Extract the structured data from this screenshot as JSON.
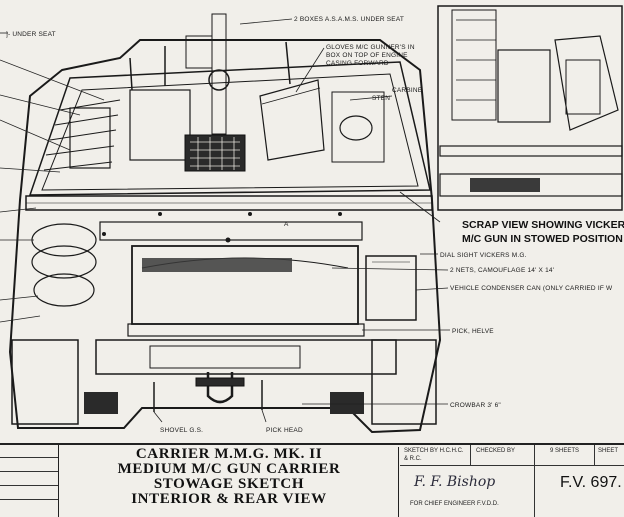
{
  "labels": {
    "under_seat_left": "]- UNDER SEAT",
    "boxes_under_seat": "2 BOXES A.S.A.M.S. UNDER SEAT",
    "gloves_line1": "GLOVES M/C GUNNER'S IN",
    "gloves_line2": "BOX ON TOP OF ENGINE",
    "gloves_line3": "CASING FORWARD",
    "carbine_line1": "CARBINE",
    "carbine_line2": "STEN",
    "scrap_view_line1": "SCRAP VIEW SHOWING VICKERS",
    "scrap_view_line2": "M/C GUN IN STOWED POSITION",
    "dial_sight": "DIAL SIGHT VICKERS M.G.",
    "nets_camouflage": "2 NETS, CAMOUFLAGE 14' X 14'",
    "vehicle_condenser": "VEHICLE CONDENSER CAN (ONLY CARRIED IF W",
    "pick_helve": "PICK, HELVE",
    "crowbar": "CROWBAR 3' 6\"",
    "shovel": "SHOVEL G.S.",
    "pick_head": "PICK HEAD",
    "marker_a": "A"
  },
  "title_block": {
    "title_line1": "CARRIER M.M.G. MK. II",
    "title_line2": "MEDIUM M/C GUN CARRIER",
    "title_line3": "STOWAGE SKETCH",
    "title_line4": "INTERIOR & REAR VIEW",
    "sketch_by": "SKETCH BY H.C.H.C.",
    "sketch_by_sub": "& R.C.",
    "checked_by": "CHECKED BY",
    "sheets": "9 SHEETS",
    "sheet": "SHEET",
    "signature": "F. F. Bishop",
    "for_chief_engineer": "FOR CHIEF ENGINEER F.V.D.D.",
    "drawing_number": "F.V. 697."
  }
}
